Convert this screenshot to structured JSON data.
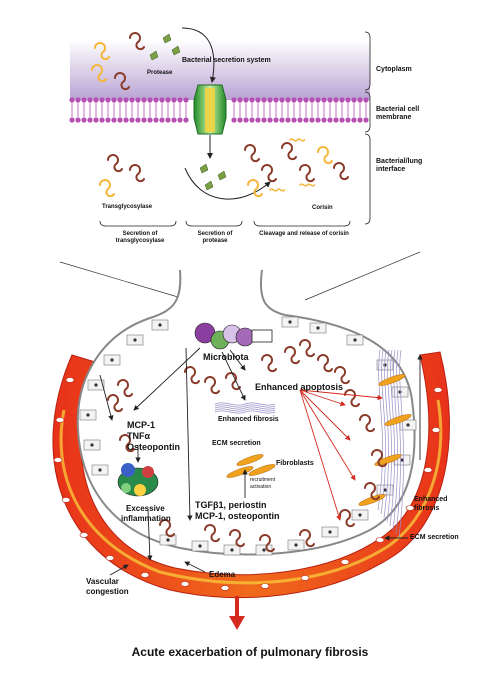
{
  "top": {
    "protease_label": "Protease",
    "secretion_system_label": "Bacterial secretion system",
    "transglycosylase_label": "Transglycosylase",
    "corisin_label": "Corisin",
    "bracket_labels": {
      "cytoplasm": "Cytoplasm",
      "membrane": "Bacterial cell membrane",
      "interface": "Bacterial/lung interface"
    },
    "step_captions": {
      "step1": "Secretion of transglycosylase",
      "step2": "Secretion of protease",
      "step3": "Cleavage and release of corisin"
    }
  },
  "alveolus": {
    "microbiota": "Microbiota",
    "enhanced_apoptosis": "Enhanced apoptosis",
    "enhanced_fibrosis_inner": "Enhanced fibrosis",
    "ecm_secretion_inner": "ECM secretion",
    "fibroblasts": "Fibroblasts",
    "recruitment": "recruitment",
    "activation": "activation",
    "cytokines_left": [
      "MCP-1",
      "TNFα",
      "Osteopontin"
    ],
    "excessive_inflammation": [
      "Excessive",
      "inflammation"
    ],
    "growth_factors": [
      "TGFβ1, periostin",
      "MCP-1, osteopontin"
    ],
    "edema": "Edema",
    "vascular_congestion": [
      "Vascular",
      "congestion"
    ],
    "enhanced_fibrosis_outer": [
      "Enhanced",
      "fibrosis"
    ],
    "ecm_secretion_outer": "ECM secretion"
  },
  "conclusion": "Acute exacerbation of pulmonary fibrosis",
  "colors": {
    "cytoplasm_top": "#b9a3d3",
    "membrane": "#b64fb3",
    "vessel_outer": "#e8321a",
    "vessel_inner": "#f7a21c",
    "bacteria": "#8a3b2a",
    "arrow_red": "#d42a1e",
    "fibroblast": "#f0a11e"
  }
}
